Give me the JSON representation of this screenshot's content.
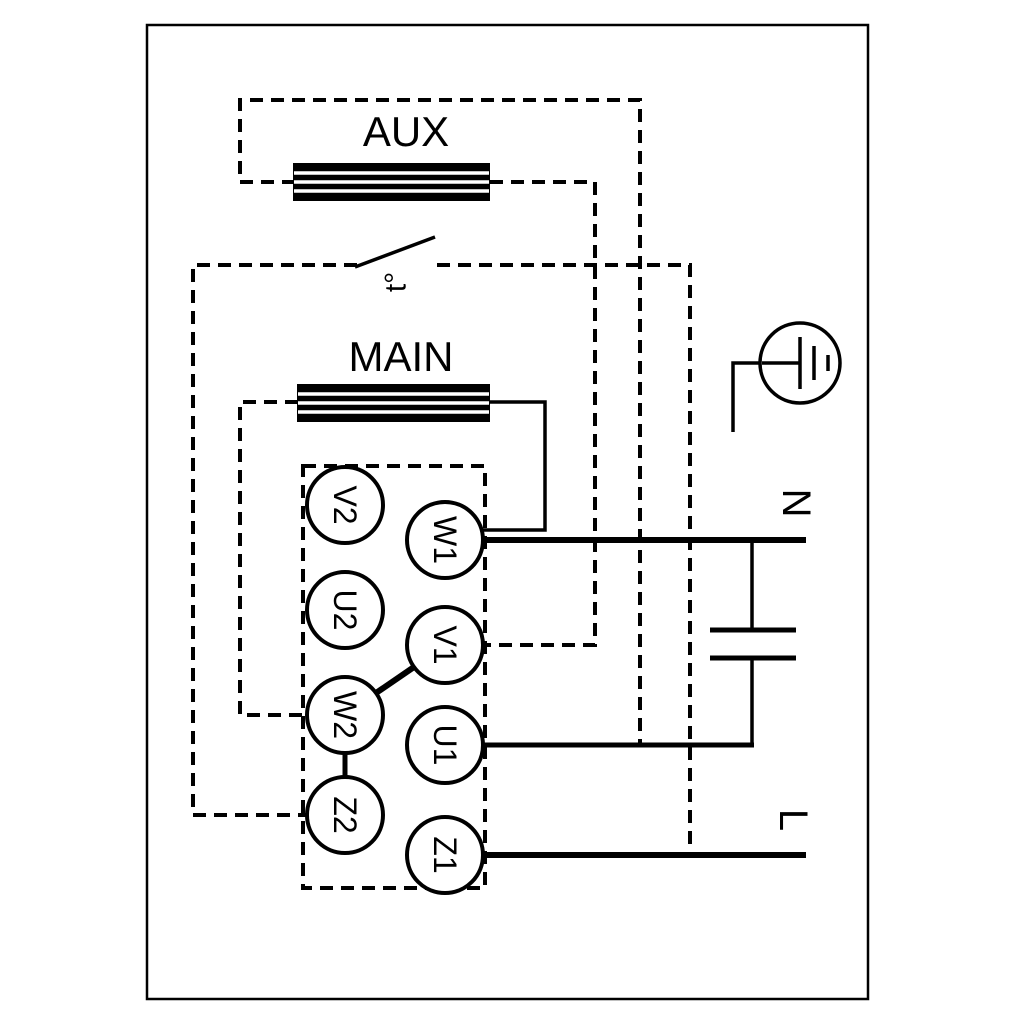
{
  "diagram": {
    "aux_winding_label": "AUX",
    "main_winding_label": "MAIN",
    "thermal_switch_label": "t°",
    "neutral_label": "N",
    "line_label": "L",
    "terminals_left": [
      "V2",
      "U2",
      "W2",
      "Z2"
    ],
    "terminals_right": [
      "W1",
      "V1",
      "U1",
      "Z1"
    ],
    "colors": {
      "ink": "#000000",
      "background": "#ffffff"
    }
  }
}
